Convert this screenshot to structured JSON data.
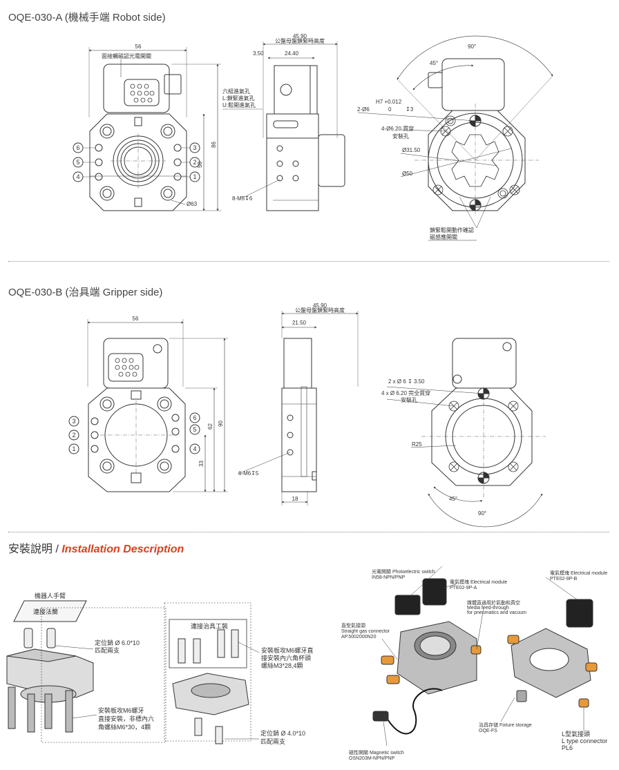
{
  "section_a": {
    "title": "OQE-030-A (機械手端 Robot side)",
    "front": {
      "width": "56",
      "photo_label": "面接觸磁認光電開關",
      "height_outer": "86",
      "height_inner": "58",
      "bolt_circle": "Ø63",
      "ports_left": [
        "6",
        "5",
        "4"
      ],
      "ports_right": [
        "3",
        "2",
        "1"
      ]
    },
    "side": {
      "total": "45.90",
      "total_note": "公盤母盤鎖緊時高度",
      "left_offset": "3.50",
      "body_width": "24.40",
      "air_note_1": "六組進氣孔",
      "air_note_2": "L:鎖緊進氣孔",
      "air_note_3": "U:鬆開進氣孔",
      "screw": "8-M5↧6"
    },
    "top": {
      "angle_big": "90°",
      "angle_small": "45°",
      "tol": "H7 +0.012",
      "tol2": "0",
      "pin": "2-Ø6",
      "pin_depth": "↧3",
      "thru": "4-Ø6.20 貫穿",
      "thru2": "安裝孔",
      "d1": "Ø31.50",
      "d2": "Ø50",
      "sensor_1": "鎖緊鬆開動作確認",
      "sensor_2": "磁感應開關"
    }
  },
  "section_b": {
    "title": "OQE-030-B (治具端 Gripper side)",
    "front": {
      "width": "56",
      "height_outer": "90",
      "height_mid": "62",
      "height_low": "33",
      "ports_left": [
        "3",
        "2",
        "1"
      ],
      "ports_right": [
        "6",
        "5",
        "4"
      ]
    },
    "side": {
      "total": "45.90",
      "total_note": "公盤母盤鎖緊時高度",
      "body_width": "21.50",
      "bottom": "18",
      "screw": "6-M6↧5"
    },
    "top": {
      "pin": "2 x Ø 6 ↧ 3.50",
      "thru": "4 x Ø 6.20 完全貫穿",
      "thru2": "安裝孔",
      "radius": "R25",
      "angle_small": "45°",
      "angle_big": "90°"
    }
  },
  "install": {
    "title_zh": "安裝說明 / ",
    "title_en": "Installation Description",
    "robot_arm": "機器人手臂",
    "flange": "連接法蘭",
    "pin1_a": "定位銷 Ø 6.0*10",
    "pin1_b": "匹配兩支",
    "plate1_a": "安裝板攻M6螺牙",
    "plate1_b": "直接安裝，非標內六",
    "plate1_c": "角螺絲M6*30，4顆",
    "fixture": "連接治具工裝",
    "plate2_a": "安裝板攻M6螺牙直",
    "plate2_b": "接安裝內六角杯頭",
    "plate2_c": "螺絲M3*28,4顆",
    "pin2_a": "定位銷 Ø 4.0*10",
    "pin2_b": "匹配兩支",
    "photo_a": "光電開關 Photoelectric switch",
    "photo_b": "IN58-NPN/PNP",
    "elec1_a": "電氣模塊 Electrical module",
    "elec1_b": "PTE02-9P-A",
    "elec2_a": "電氣模塊 Electrical module",
    "elec2_b": "PTE02-9P-B",
    "media_a": "媒體直通用於氣動和真空",
    "media_b": "Media feed-through",
    "media_c": "for pneumatics and vacuum",
    "gas_a": "直型氣接頭",
    "gas_b": "Straight gas connector",
    "gas_c": "AP.5002000N20",
    "storage_a": "治具存儲 Fixture storage",
    "storage_b": "OQE-FS",
    "lconn_a": "L型氣接頭",
    "lconn_b": "L type connector",
    "lconn_c": "PL6",
    "mag_a": "磁性開關 Magnetic switch",
    "mag_b": "OSN203M-NPN/PNP"
  }
}
